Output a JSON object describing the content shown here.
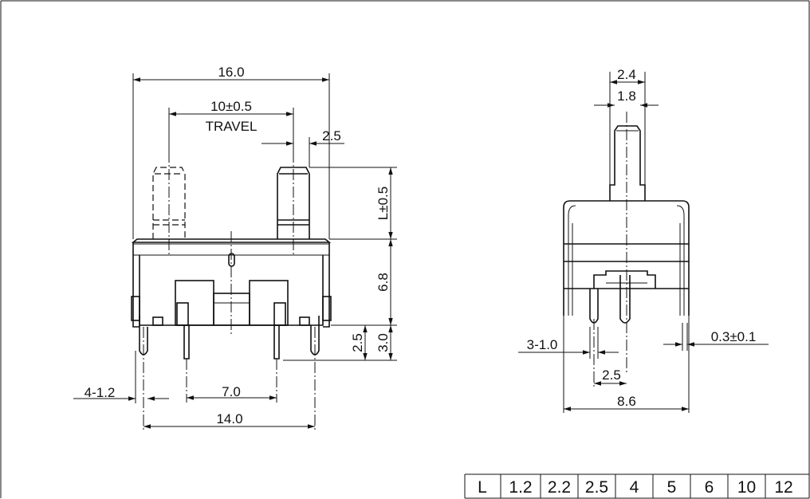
{
  "side_view": {
    "dims": {
      "overall_width": "16.0",
      "travel_value": "10±0.5",
      "travel_label": "TRAVEL",
      "actuator_width": "2.5",
      "actuator_height": "L±0.5",
      "body_height": "6.8",
      "pin_length": "3.0",
      "pin_offset": "2.5",
      "pin_width": "4-1.2",
      "pin_pitch": "7.0",
      "pin_span": "14.0"
    }
  },
  "end_view": {
    "dims": {
      "actuator_outer": "2.4",
      "actuator_inner": "1.8",
      "pin_width": "3-1.0",
      "pin_pitch": "2.5",
      "body_width": "8.6",
      "sheet_thickness": "0.3±0.1"
    }
  },
  "length_table": {
    "header": "L",
    "values": [
      "1.2",
      "2.2",
      "2.5",
      "4",
      "5",
      "6",
      "10",
      "12"
    ]
  }
}
